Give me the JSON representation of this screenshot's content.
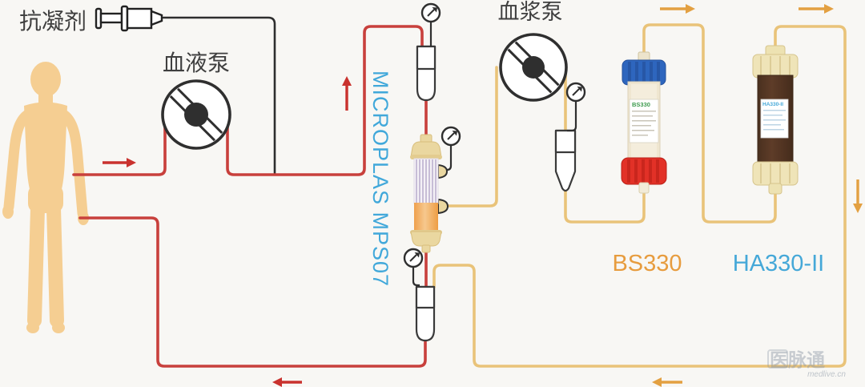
{
  "labels": {
    "anticoagulant": "抗凝剂",
    "blood_pump": "血液泵",
    "plasma_pump": "血浆泵",
    "plasma_separator": "MICROPLAS MPS07",
    "bs330": "BS330",
    "ha330": "HA330-II"
  },
  "device_labels": {
    "bs330_cartridge": "BS330",
    "ha330_cartridge": "HA330-II"
  },
  "watermark": {
    "name": "医脉通",
    "site": "medlive.cn"
  },
  "colors": {
    "background": "#F8F7F4",
    "blood_line": "#C8403C",
    "plasma_line": "#E9C379",
    "anticoagulant_line": "#2E2E2E",
    "flow_arrow_red": "#C9322E",
    "flow_arrow_yellow": "#E3A041",
    "separator_label_blue": "#41A8DA",
    "bs330_label_orange": "#E79C3E",
    "ha330_label_blue": "#45A8D8",
    "body_fill": "#F5CE92",
    "blood_fluid": "#DB2B20",
    "plasma_fluid": "#F2C170"
  }
}
